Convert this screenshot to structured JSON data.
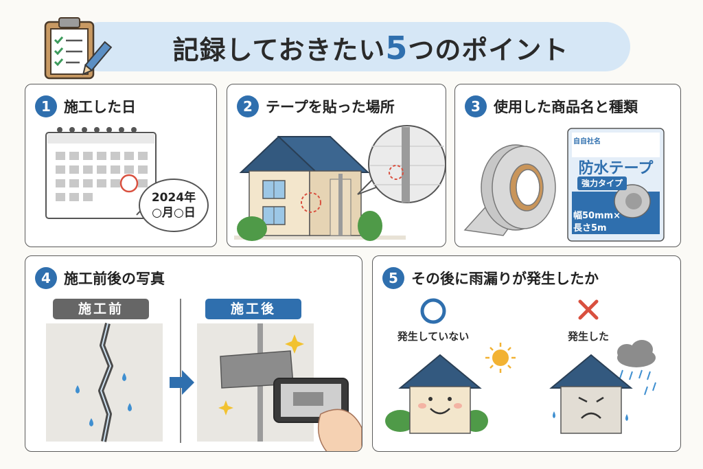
{
  "header": {
    "title_before": "記録しておきたい",
    "title_number": "5",
    "title_after": "つのポイント"
  },
  "panels": [
    {
      "num": "1",
      "label": "施工した日",
      "bubble": {
        "line1": "2024年",
        "line2": "○月○日"
      }
    },
    {
      "num": "2",
      "label": "テープを貼った場所"
    },
    {
      "num": "3",
      "label": "使用した商品名と種類",
      "package": {
        "brand": "自自社名",
        "name": "防水テープ",
        "type": "強力タイプ",
        "size_line1": "幅50mm×",
        "size_line2": "長さ5m"
      }
    },
    {
      "num": "4",
      "label": "施工前後の写真",
      "before_tag": "施工前",
      "after_tag": "施工後"
    },
    {
      "num": "5",
      "label": "その後に雨漏りが発生したか",
      "ok_label": "発生していない",
      "ng_label": "発生した"
    }
  ],
  "colors": {
    "accent": "#2f6fae",
    "title_band": "#d6e7f6",
    "roof": "#33597f",
    "wall": "#f3e6cc",
    "ok_mark": "#2f6fae",
    "ng_mark": "#d9503f",
    "before_tag": "#666666"
  },
  "icons": [
    "clipboard-checklist-icon",
    "calendar-icon",
    "house-icon",
    "magnifier-icon",
    "tape-roll-icon",
    "tape-package-icon",
    "arrow-right-icon",
    "smartphone-icon",
    "sun-icon",
    "rain-cloud-icon",
    "circle-mark-icon",
    "cross-mark-icon"
  ]
}
